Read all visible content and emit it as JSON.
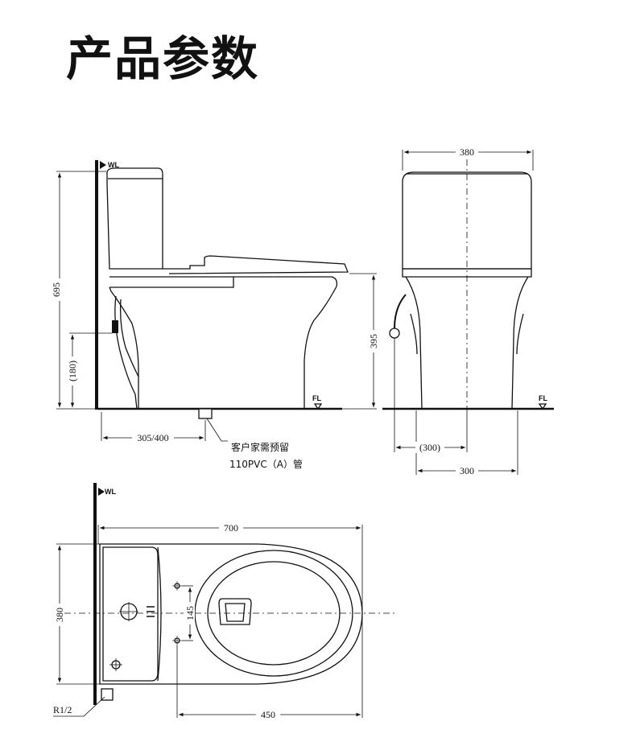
{
  "title": "产品参数",
  "side_view": {
    "wl": "WL",
    "fl": "FL",
    "height_total": "695",
    "height_seat": "395",
    "height_inlet": "(180)",
    "rough_in": "305/400",
    "note_line1": "客户家需预留",
    "note_line2": "110PVC（A）管"
  },
  "front_view": {
    "width": "380",
    "fl": "FL",
    "inlet_offset": "(300)",
    "base_width": "300"
  },
  "top_view": {
    "wl": "WL",
    "length": "700",
    "width": "380",
    "bolt_spacing": "145",
    "bolt_to_front": "450",
    "inlet_thread": "R1/2"
  }
}
